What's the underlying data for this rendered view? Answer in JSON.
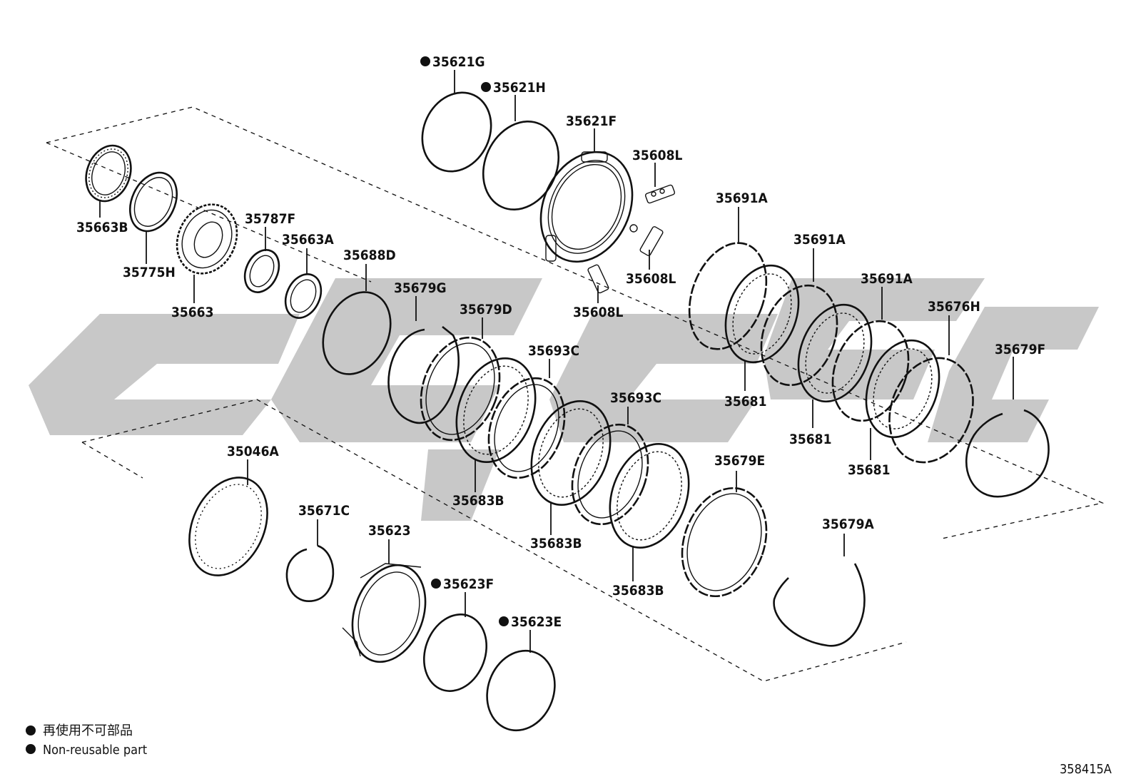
{
  "diagram_code": "358415A",
  "legend": {
    "line_jp": "再使用不可部品",
    "line_en": "Non-reusable part"
  },
  "watermark_text": "",
  "parts": [
    {
      "id": "p1",
      "label": "35621G",
      "non_reusable": true
    },
    {
      "id": "p2",
      "label": "35621H",
      "non_reusable": true
    },
    {
      "id": "p3",
      "label": "35621F",
      "non_reusable": false
    },
    {
      "id": "p4",
      "label": "35608L",
      "non_reusable": false
    },
    {
      "id": "p5",
      "label": "35608L",
      "non_reusable": false
    },
    {
      "id": "p6",
      "label": "35608L",
      "non_reusable": false
    },
    {
      "id": "p7",
      "label": "35663B",
      "non_reusable": false
    },
    {
      "id": "p8",
      "label": "35775H",
      "non_reusable": false
    },
    {
      "id": "p9",
      "label": "35663",
      "non_reusable": false
    },
    {
      "id": "p10",
      "label": "35787F",
      "non_reusable": false
    },
    {
      "id": "p11",
      "label": "35663A",
      "non_reusable": false
    },
    {
      "id": "p12",
      "label": "35688D",
      "non_reusable": false
    },
    {
      "id": "p13",
      "label": "35679G",
      "non_reusable": false
    },
    {
      "id": "p14",
      "label": "35679D",
      "non_reusable": false
    },
    {
      "id": "p15",
      "label": "35693C",
      "non_reusable": false
    },
    {
      "id": "p16",
      "label": "35693C",
      "non_reusable": false
    },
    {
      "id": "p17",
      "label": "35683B",
      "non_reusable": false
    },
    {
      "id": "p18",
      "label": "35683B",
      "non_reusable": false
    },
    {
      "id": "p19",
      "label": "35683B",
      "non_reusable": false
    },
    {
      "id": "p20",
      "label": "35691A",
      "non_reusable": false
    },
    {
      "id": "p21",
      "label": "35691A",
      "non_reusable": false
    },
    {
      "id": "p22",
      "label": "35691A",
      "non_reusable": false
    },
    {
      "id": "p23",
      "label": "35676H",
      "non_reusable": false
    },
    {
      "id": "p24",
      "label": "35679F",
      "non_reusable": false
    },
    {
      "id": "p25",
      "label": "35681",
      "non_reusable": false
    },
    {
      "id": "p26",
      "label": "35681",
      "non_reusable": false
    },
    {
      "id": "p27",
      "label": "35681",
      "non_reusable": false
    },
    {
      "id": "p28",
      "label": "35679E",
      "non_reusable": false
    },
    {
      "id": "p29",
      "label": "35679A",
      "non_reusable": false
    },
    {
      "id": "p30",
      "label": "35046A",
      "non_reusable": false
    },
    {
      "id": "p31",
      "label": "35671C",
      "non_reusable": false
    },
    {
      "id": "p32",
      "label": "35623",
      "non_reusable": false
    },
    {
      "id": "p33",
      "label": "35623F",
      "non_reusable": true
    },
    {
      "id": "p34",
      "label": "35623E",
      "non_reusable": true
    }
  ]
}
